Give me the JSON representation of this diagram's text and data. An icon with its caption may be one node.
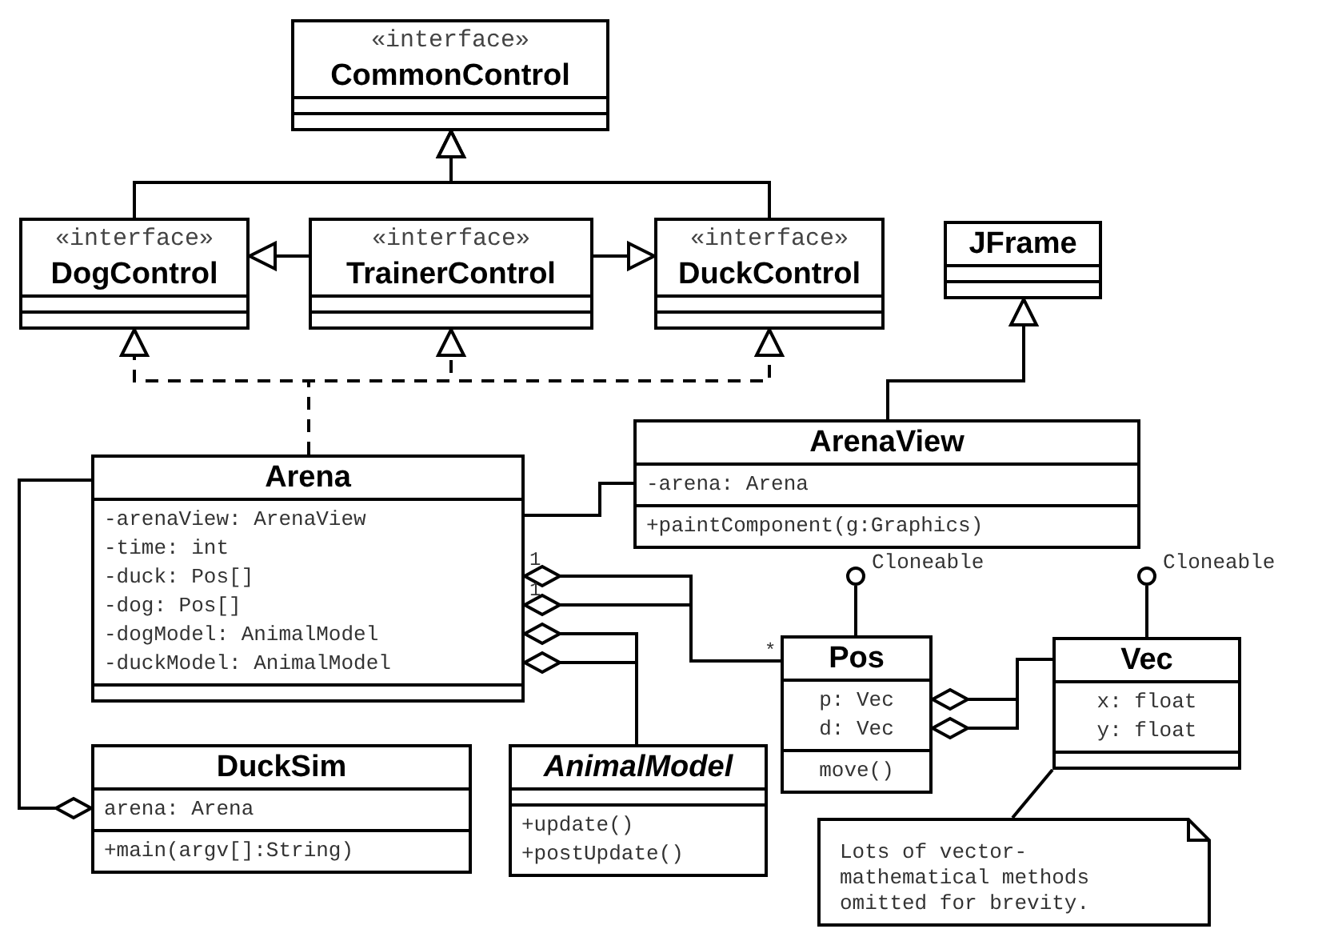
{
  "diagram": {
    "nodes": [
      {
        "text": [
          "«interface»",
          "CommonControl"
        ]
      },
      {
        "text": [
          "«interface»",
          "DogControl"
        ]
      },
      {
        "text": [
          "«interface»",
          "TrainerControl"
        ]
      },
      {
        "text": [
          "«interface»",
          "DuckControl"
        ]
      },
      {
        "text": [
          "JFrame"
        ]
      },
      {
        "text": [
          "ArenaView",
          "-arena: Arena",
          "+paintComponent(g:Graphics)"
        ]
      },
      {
        "text": [
          "Arena",
          "-arenaView: ArenaView",
          "-time: int",
          "-duck: Pos[]",
          "-dog: Pos[]",
          "-dogModel: AnimalModel",
          "-duckModel: AnimalModel"
        ]
      },
      {
        "text": [],
        "shape": "circle",
        "beside": [
          "Cloneable"
        ]
      },
      {
        "text": [],
        "shape": "circle",
        "beside": [
          "Cloneable"
        ]
      },
      {
        "text": [
          "Pos",
          "p: Vec",
          "d: Vec",
          "move()"
        ]
      },
      {
        "text": [
          "Vec",
          "x: float",
          "y: float"
        ]
      },
      {
        "text": [
          "DuckSim",
          "arena: Arena",
          "+main(argv[]:String)"
        ]
      },
      {
        "text": [
          "AnimalModel",
          "+update()",
          "+postUpdate()"
        ]
      },
      {
        "text": [
          "Lots of vector- mathematical methods omitted for brevity."
        ]
      }
    ],
    "edges": [
      {
        "from": 1,
        "to": 0,
        "arrow": "to"
      },
      {
        "from": 3,
        "to": 0,
        "arrow": "to"
      },
      {
        "from": 2,
        "to": 1,
        "arrow": "to"
      },
      {
        "from": 2,
        "to": 3,
        "arrow": "to"
      },
      {
        "from": 6,
        "to": 1,
        "arrow": "to",
        "style": "dashed"
      },
      {
        "from": 6,
        "to": 2,
        "arrow": "to",
        "style": "dashed"
      },
      {
        "from": 6,
        "to": 3,
        "arrow": "to",
        "style": "dashed"
      },
      {
        "from": 5,
        "to": 4,
        "arrow": "to"
      },
      {
        "from": 6,
        "to": 5,
        "arrow": "none"
      },
      {
        "from": 6,
        "to": 9,
        "arrow": "other"
      },
      {
        "from": 6,
        "to": 9,
        "arrow": "other"
      },
      {
        "from": 6,
        "to": 12,
        "arrow": "other"
      },
      {
        "from": 6,
        "to": 12,
        "arrow": "other"
      },
      {
        "from": 11,
        "to": 6,
        "arrow": "other"
      },
      {
        "from": 9,
        "to": 7,
        "arrow": "none"
      },
      {
        "from": 10,
        "to": 8,
        "arrow": "none"
      },
      {
        "from": 9,
        "to": 10,
        "arrow": "other"
      },
      {
        "from": 9,
        "to": 10,
        "arrow": "other"
      },
      {
        "from": 10,
        "to": 13,
        "arrow": "none"
      }
    ],
    "labels": [
      "1",
      "1",
      "*"
    ]
  }
}
